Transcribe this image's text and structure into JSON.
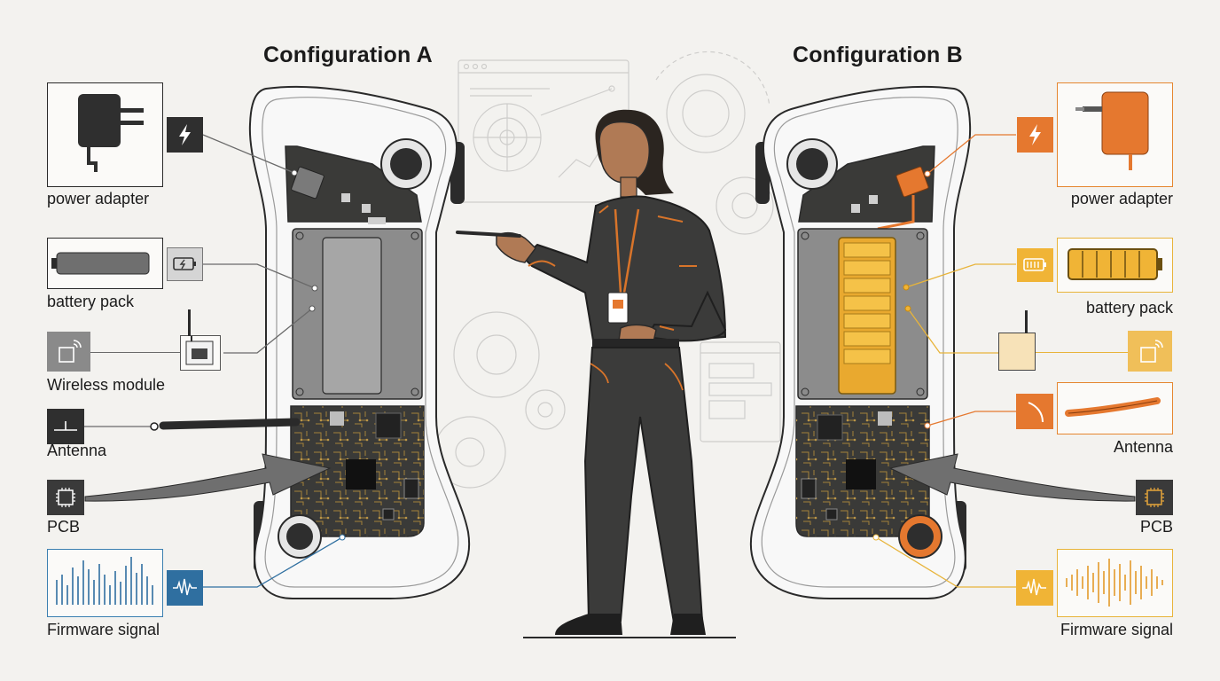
{
  "titles": {
    "config_a": "Configuration A",
    "config_b": "Configuration B"
  },
  "left_labels": {
    "power": "power adapter",
    "battery": "battery pack",
    "wireless": "Wireless module",
    "antenna": "Antenna",
    "pcb": "PCB",
    "firmware": "Firmware signal"
  },
  "right_labels": {
    "power": "power adapter",
    "battery": "battery pack",
    "antenna": "Antenna",
    "pcb": "PCB",
    "firmware": "Firmware signal"
  },
  "colors": {
    "background": "#f3f2ef",
    "dark": "#2b2b2b",
    "accent_orange": "#e5782f",
    "accent_yellow": "#f0b436",
    "accent_blue": "#2f6fa0",
    "device_shell": "#f7f7f7",
    "pcb_dark": "#3a3a38"
  },
  "icons": {
    "power": "lightning-icon",
    "battery": "battery-icon",
    "wireless": "wireless-icon",
    "antenna": "antenna-icon",
    "pcb": "chip-icon",
    "firmware": "waveform-icon"
  }
}
